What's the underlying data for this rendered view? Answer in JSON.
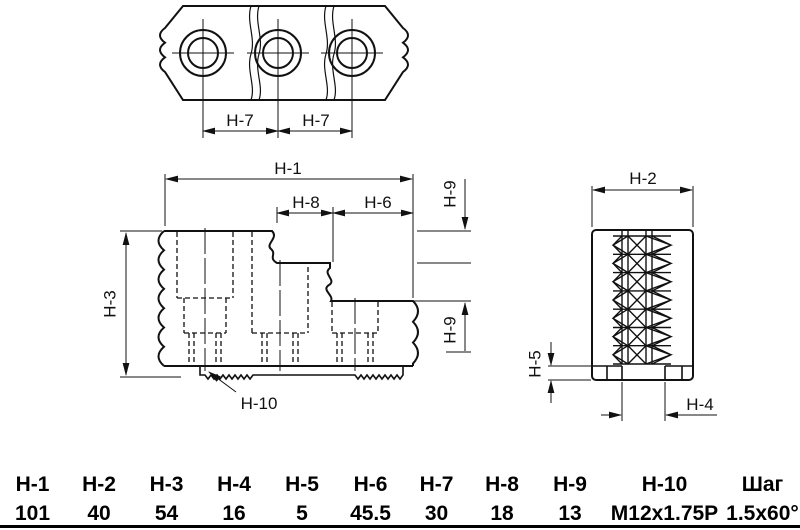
{
  "drawing": {
    "labels": {
      "h1": "H-1",
      "h2": "H-2",
      "h3": "H-3",
      "h4": "H-4",
      "h5": "H-5",
      "h6": "H-6",
      "h7": "H-7",
      "h8": "H-8",
      "h9": "H-9",
      "h10": "H-10"
    }
  },
  "table": {
    "columns": [
      {
        "header": "H-1",
        "value": "101"
      },
      {
        "header": "H-2",
        "value": "40"
      },
      {
        "header": "H-3",
        "value": "54"
      },
      {
        "header": "H-4",
        "value": "16"
      },
      {
        "header": "H-5",
        "value": "5"
      },
      {
        "header": "H-6",
        "value": "45.5"
      },
      {
        "header": "H-7",
        "value": "30"
      },
      {
        "header": "H-8",
        "value": "18"
      },
      {
        "header": "H-9",
        "value": "13"
      },
      {
        "header": "H-10",
        "value": "M12x1.75P"
      },
      {
        "header": "Шаг",
        "value": "1.5x60°"
      }
    ]
  }
}
